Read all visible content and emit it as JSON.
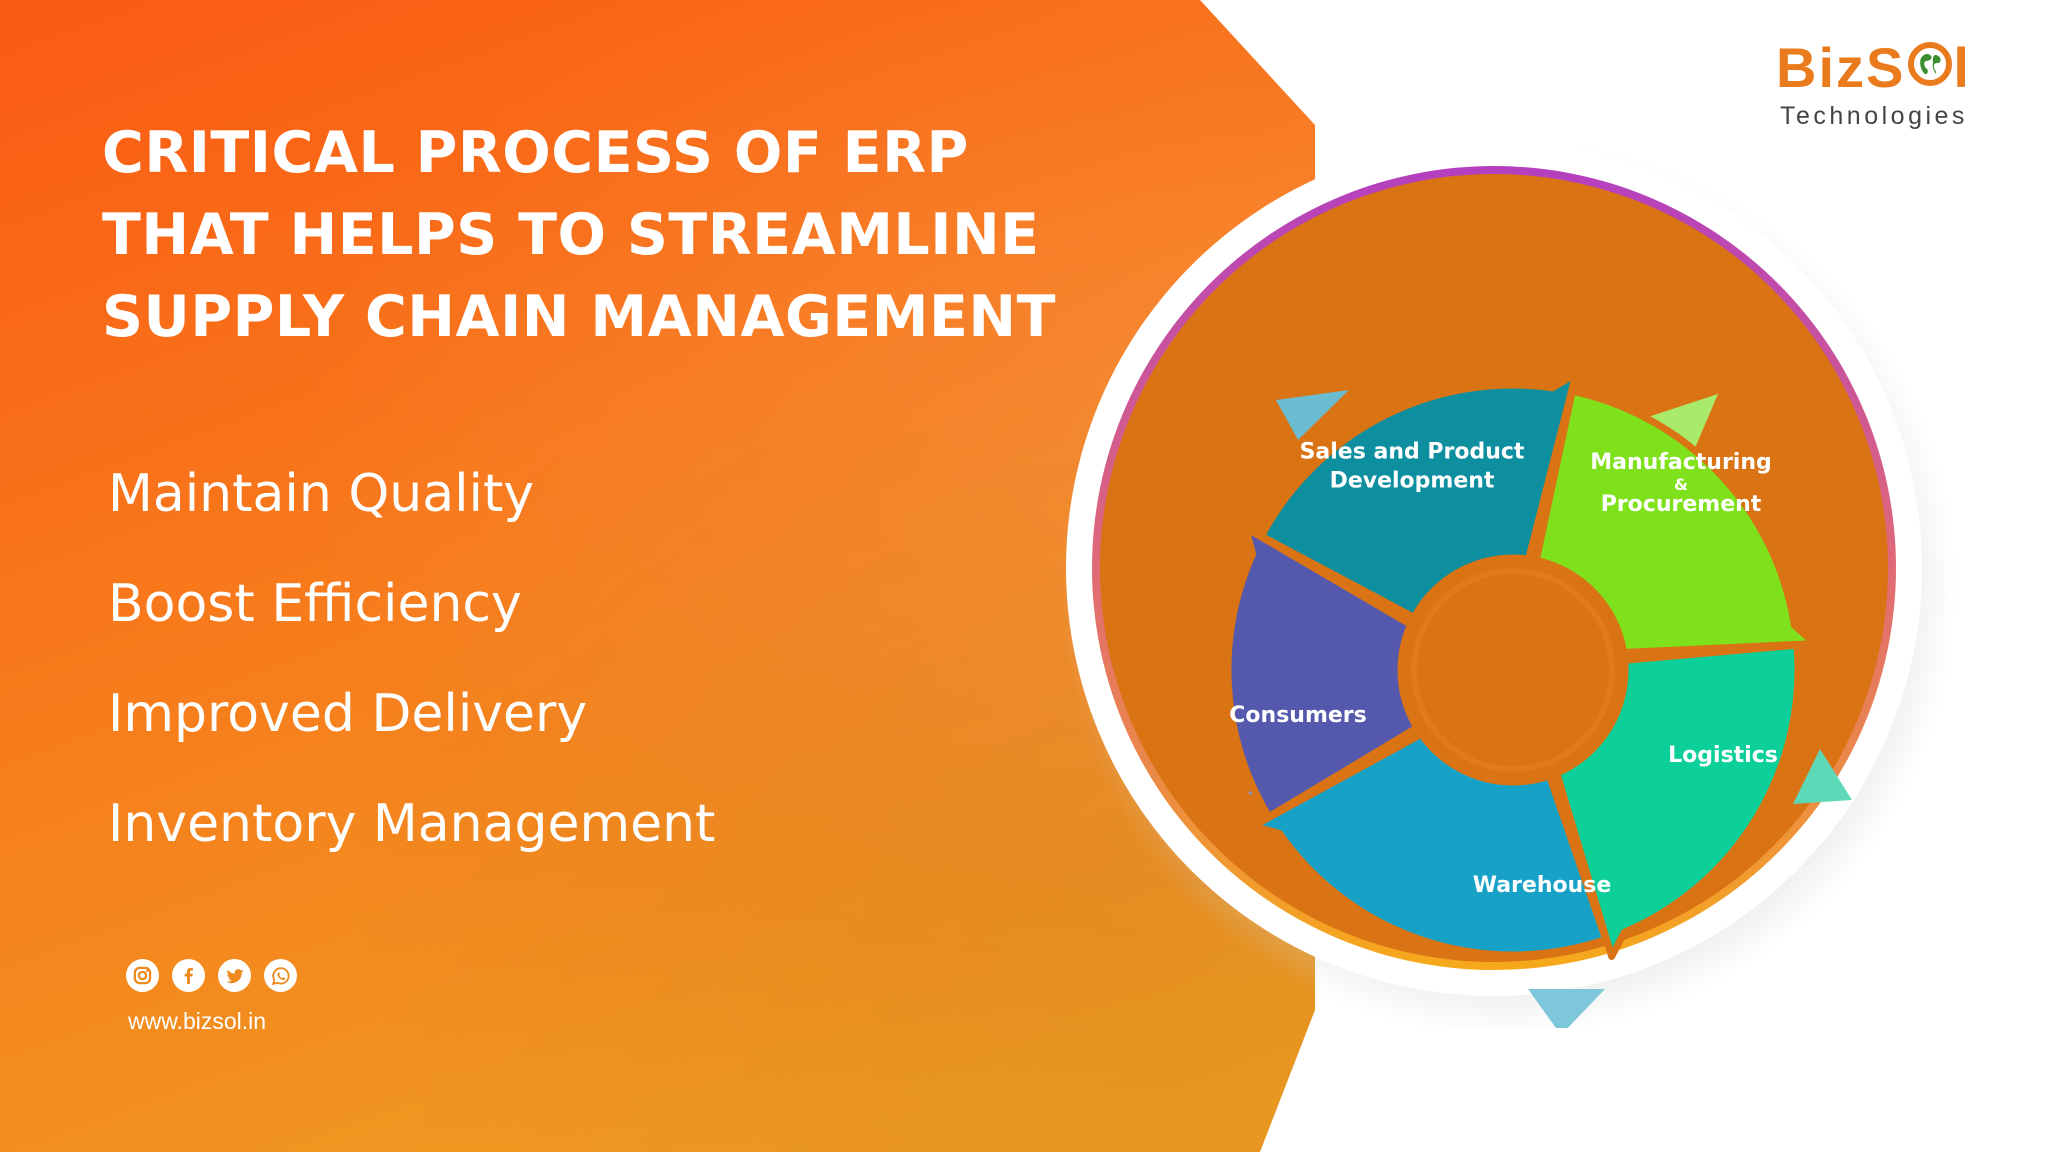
{
  "headline": {
    "lines": [
      "CRITICAL PROCESS OF ERP",
      "THAT HELPS TO STREAMLINE",
      "SUPPLY CHAIN MANAGEMENT"
    ]
  },
  "benefits": [
    "Maintain Quality",
    "Boost Efficiency",
    "Improved Delivery",
    "Inventory Management"
  ],
  "social_icons": [
    "instagram-icon",
    "facebook-icon",
    "twitter-icon",
    "whatsapp-icon"
  ],
  "website": "www.bizsol.in",
  "logo": {
    "name_prefix": "BizS",
    "name_suffix": "l",
    "tagline": "Technologies"
  },
  "cycle": {
    "segments": [
      {
        "id": "sales",
        "lines": [
          "Sales and Product",
          "Development"
        ],
        "color": "#0e8fa0"
      },
      {
        "id": "manufacturing",
        "lines": [
          "Manufacturing",
          "&",
          "Procurement"
        ],
        "color": "#7ee11b"
      },
      {
        "id": "logistics",
        "lines": [
          "Logistics"
        ],
        "color": "#0ccf9a"
      },
      {
        "id": "warehouse",
        "lines": [
          "Warehouse"
        ],
        "color": "#17a1c7"
      },
      {
        "id": "consumers",
        "lines": [
          "Consumers"
        ],
        "color": "#5459ad"
      }
    ]
  },
  "colors": {
    "orange_bg": "#f77d1c",
    "disc": "#d97313",
    "logo_orange": "#ea7b1c",
    "logo_green": "#3a8f2e"
  }
}
